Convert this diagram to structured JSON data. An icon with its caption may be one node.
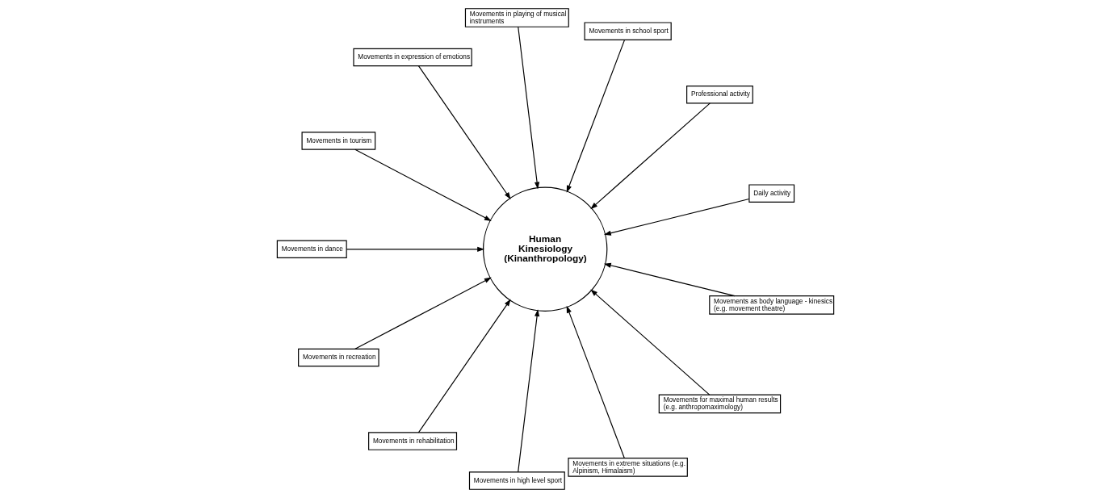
{
  "diagram": {
    "nodes": [
      {
        "text": [
          "Human Kinesiology (Kinanthropology)"
        ]
      },
      {
        "text": [
          "Daily activity"
        ]
      },
      {
        "text": [
          "Professional activity"
        ]
      },
      {
        "text": [
          "Movements in school sport"
        ]
      },
      {
        "text": [
          "Movements in playing of musical instruments"
        ]
      },
      {
        "text": [
          "Movements in expression of emotions"
        ]
      },
      {
        "text": [
          "Movements in tourism"
        ]
      },
      {
        "text": [
          "Movements in dance"
        ]
      },
      {
        "text": [
          "Movements in recreation"
        ]
      },
      {
        "text": [
          "Movements in rehabilitation"
        ]
      },
      {
        "text": [
          "Movements in high level sport"
        ]
      },
      {
        "text": [
          "Movements in extreme situations (e.g. Alpinism, Himalaism)"
        ]
      },
      {
        "text": [
          "Movements for maximal human results (e.g. anthropomaximology)"
        ]
      },
      {
        "text": [
          "Movements as body language - kinesics (e.g. movement theatre)"
        ]
      }
    ],
    "edges": [
      {
        "from": 1,
        "to": 0,
        "arrow": "to"
      },
      {
        "from": 2,
        "to": 0,
        "arrow": "to"
      },
      {
        "from": 3,
        "to": 0,
        "arrow": "to"
      },
      {
        "from": 4,
        "to": 0,
        "arrow": "to"
      },
      {
        "from": 5,
        "to": 0,
        "arrow": "to"
      },
      {
        "from": 6,
        "to": 0,
        "arrow": "to"
      },
      {
        "from": 7,
        "to": 0,
        "arrow": "to"
      },
      {
        "from": 8,
        "to": 0,
        "arrow": "to"
      },
      {
        "from": 9,
        "to": 0,
        "arrow": "to"
      },
      {
        "from": 10,
        "to": 0,
        "arrow": "to"
      },
      {
        "from": 11,
        "to": 0,
        "arrow": "to"
      },
      {
        "from": 12,
        "to": 0,
        "arrow": "to"
      },
      {
        "from": 13,
        "to": 0,
        "arrow": "to"
      }
    ]
  }
}
